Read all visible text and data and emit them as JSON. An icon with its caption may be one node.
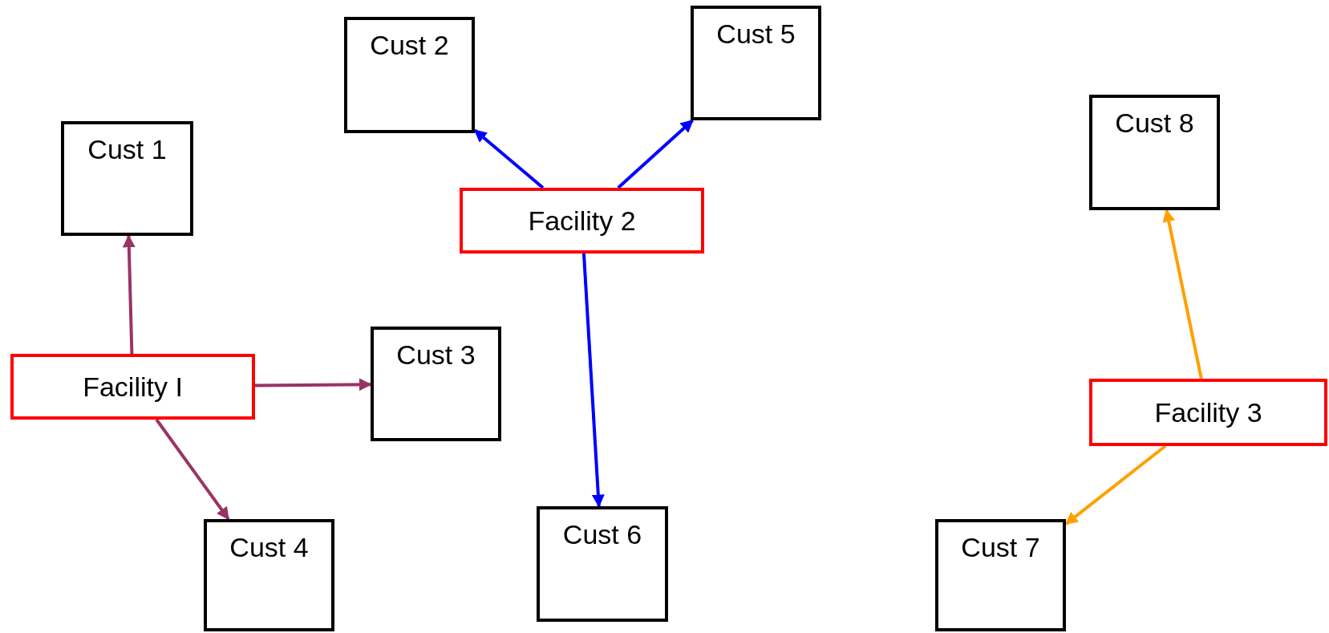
{
  "diagram": {
    "nodes": [
      {
        "text": [
          "Facility I"
        ]
      },
      {
        "text": [
          "Cust 1"
        ]
      },
      {
        "text": [
          "Cust 3"
        ]
      },
      {
        "text": [
          "Cust 4"
        ]
      },
      {
        "text": [
          "Facility 2"
        ]
      },
      {
        "text": [
          "Cust 2"
        ]
      },
      {
        "text": [
          "Cust 5"
        ]
      },
      {
        "text": [
          "Cust 6"
        ]
      },
      {
        "text": [
          "Facility 3"
        ]
      },
      {
        "text": [
          "Cust 7"
        ]
      },
      {
        "text": [
          "Cust 8"
        ]
      }
    ],
    "edges": [
      {
        "from": 0,
        "to": 1,
        "arrow": "to",
        "color": "#993366"
      },
      {
        "from": 0,
        "to": 2,
        "arrow": "to",
        "color": "#993366"
      },
      {
        "from": 0,
        "to": 3,
        "arrow": "to",
        "color": "#993366"
      },
      {
        "from": 4,
        "to": 5,
        "arrow": "to",
        "color": "#0000ff"
      },
      {
        "from": 4,
        "to": 6,
        "arrow": "to",
        "color": "#0000ff"
      },
      {
        "from": 4,
        "to": 7,
        "arrow": "to",
        "color": "#0000ff"
      },
      {
        "from": 8,
        "to": 10,
        "arrow": "to",
        "color": "#ffa000"
      },
      {
        "from": 8,
        "to": 9,
        "arrow": "to",
        "color": "#ffa000"
      }
    ]
  }
}
